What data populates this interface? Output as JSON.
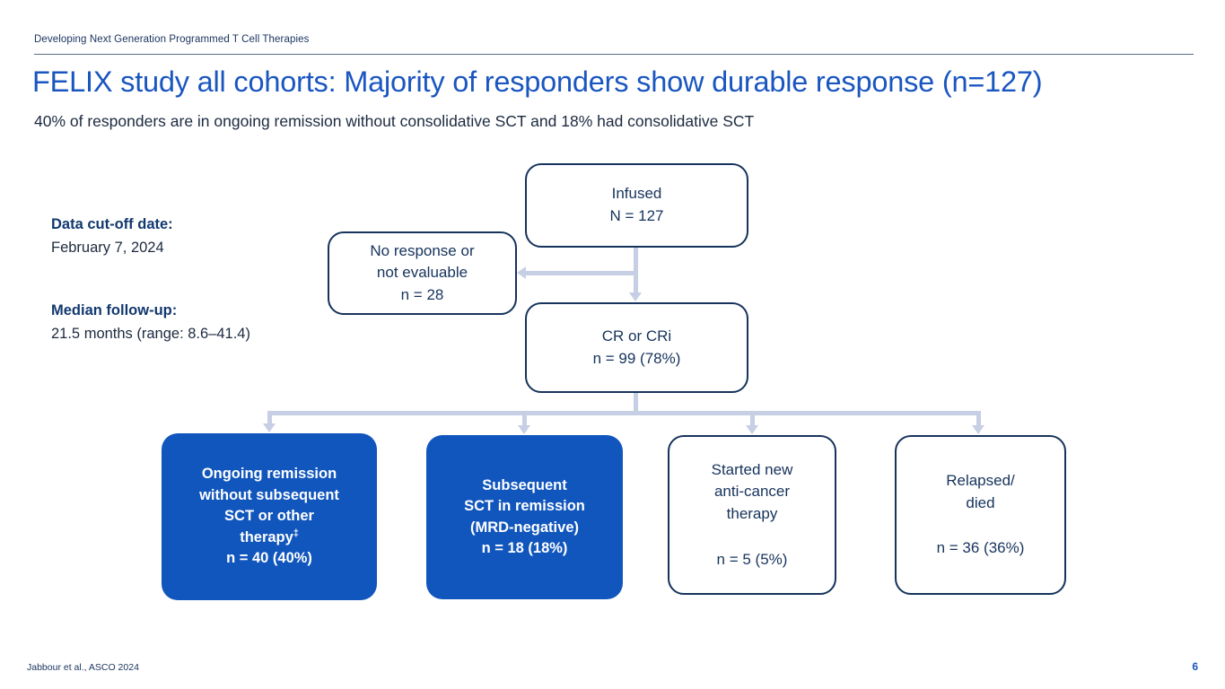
{
  "header": {
    "eyebrow": "Developing Next Generation Programmed T Cell Therapies",
    "title": "FELIX study all cohorts: Majority of responders show durable response (n=127)",
    "subtitle": "40% of responders are in ongoing remission without consolidative SCT and 18% had consolidative SCT"
  },
  "info_panel": {
    "cutoff_label": "Data cut-off date:",
    "cutoff_value": "February 7, 2024",
    "followup_label": "Median follow-up:",
    "followup_value": "21.5 months (range: 8.6–41.4)"
  },
  "flow": {
    "infused": {
      "line1": "Infused",
      "line2": "N = 127"
    },
    "no_response": {
      "line1": "No response or",
      "line2": "not evaluable",
      "line3": "n = 28"
    },
    "cr_cri": {
      "line1": "CR or CRi",
      "line2": "n = 99 (78%)"
    },
    "ongoing_remission": {
      "line1": "Ongoing remission",
      "line2": "without subsequent",
      "line3": "SCT or other",
      "line4": "therapy",
      "line4_sup": "‡",
      "line5": "n = 40 (40%)"
    },
    "subsequent_sct": {
      "line1": "Subsequent",
      "line2": "SCT in remission",
      "line3": "(MRD-negative)",
      "line4": "n = 18 (18%)"
    },
    "new_therapy": {
      "line1": "Started new",
      "line2": "anti-cancer",
      "line3": "therapy",
      "line4": "n = 5 (5%)"
    },
    "relapsed_died": {
      "line1": "Relapsed/",
      "line2": "died",
      "line3": "n = 36 (36%)"
    }
  },
  "footer": {
    "citation": "Jabbour et al., ASCO 2024",
    "page_number": "6"
  },
  "colors": {
    "title_blue": "#1a56c0",
    "node_navy": "#16335c",
    "node_fill_blue": "#1156bd",
    "connector_gray": "#c7cfe4"
  },
  "chart_data": {
    "type": "diagram",
    "title": "FELIX study all cohorts patient disposition flow",
    "nodes": [
      {
        "id": "infused",
        "label": "Infused",
        "n": 127,
        "percent": null,
        "style": "outline"
      },
      {
        "id": "no_response",
        "label": "No response or not evaluable",
        "n": 28,
        "percent": null,
        "style": "outline"
      },
      {
        "id": "cr_cri",
        "label": "CR or CRi",
        "n": 99,
        "percent": 78,
        "style": "outline"
      },
      {
        "id": "ongoing_remission",
        "label": "Ongoing remission without subsequent SCT or other therapy‡",
        "n": 40,
        "percent": 40,
        "style": "filled"
      },
      {
        "id": "subsequent_sct",
        "label": "Subsequent SCT in remission (MRD-negative)",
        "n": 18,
        "percent": 18,
        "style": "filled"
      },
      {
        "id": "new_therapy",
        "label": "Started new anti-cancer therapy",
        "n": 5,
        "percent": 5,
        "style": "outline"
      },
      {
        "id": "relapsed_died",
        "label": "Relapsed/died",
        "n": 36,
        "percent": 36,
        "style": "outline"
      }
    ],
    "edges": [
      {
        "from": "infused",
        "to": "no_response"
      },
      {
        "from": "infused",
        "to": "cr_cri"
      },
      {
        "from": "cr_cri",
        "to": "ongoing_remission"
      },
      {
        "from": "cr_cri",
        "to": "subsequent_sct"
      },
      {
        "from": "cr_cri",
        "to": "new_therapy"
      },
      {
        "from": "cr_cri",
        "to": "relapsed_died"
      }
    ]
  }
}
